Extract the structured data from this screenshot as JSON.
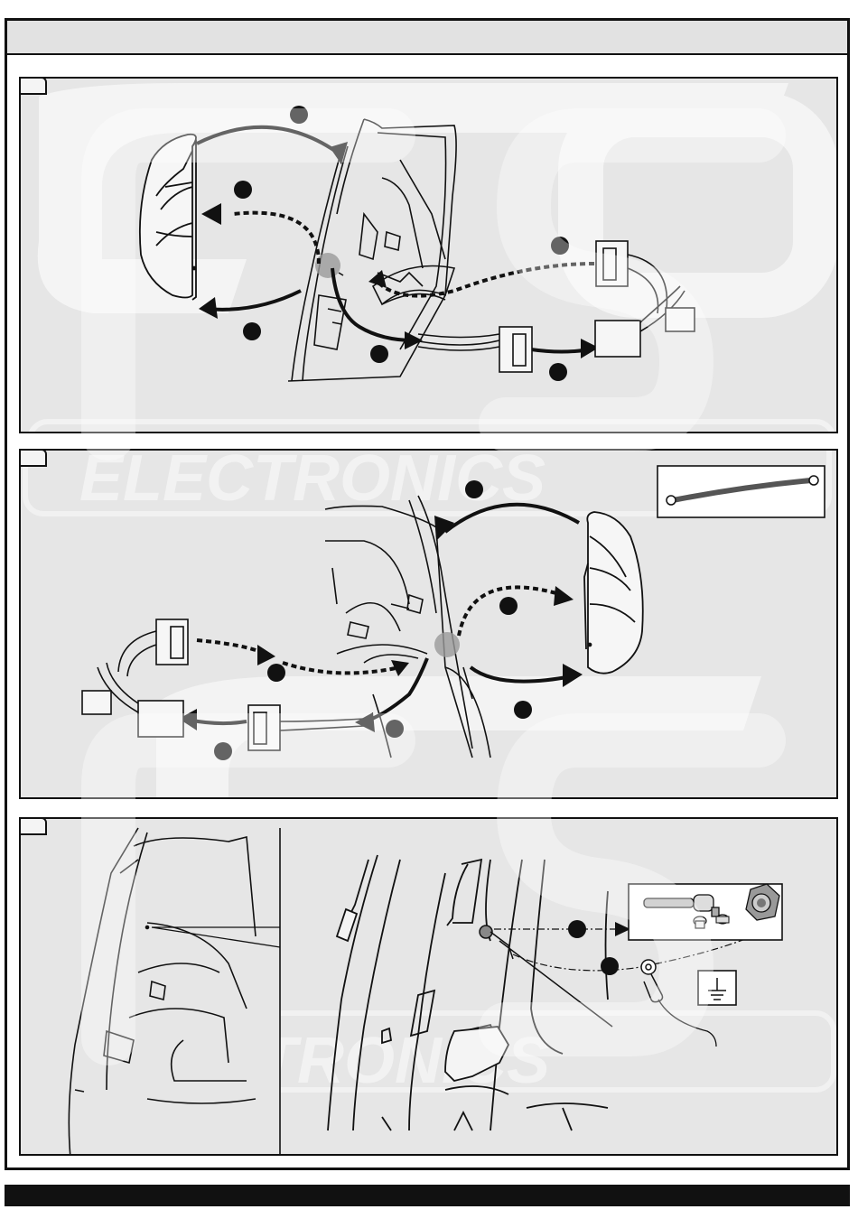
{
  "watermark": {
    "brand_large": "ECS",
    "brand_word": "ELECTRONICS"
  },
  "colors": {
    "ink": "#111111",
    "panel_bg": "#e6e6e6",
    "header_bg": "#e2e2e2",
    "footer_bg": "#111111",
    "watermark": "#f3f3f3"
  },
  "steps": [
    {
      "id": "step-1",
      "label": "",
      "callouts": [
        "",
        "",
        "",
        "",
        "",
        ""
      ]
    },
    {
      "id": "step-2",
      "label": "",
      "callouts": [
        "",
        "",
        "",
        "",
        ""
      ]
    },
    {
      "id": "step-3",
      "label": "",
      "callouts": [
        "",
        ""
      ]
    }
  ],
  "icons": [
    "earth-ground-icon",
    "ratchet-wrench-icon",
    "nut-icon",
    "washer-icon",
    "ring-terminal-icon",
    "ground-strap-icon"
  ]
}
